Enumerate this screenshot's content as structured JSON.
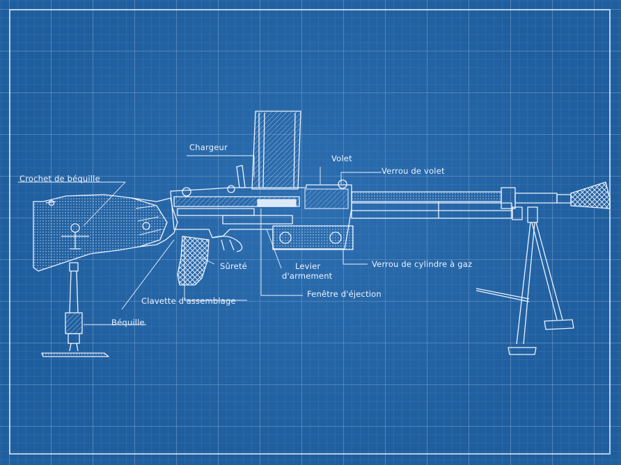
{
  "diagram": {
    "labels": {
      "chargeur": "Chargeur",
      "volet": "Volet",
      "verrou_de_volet": "Verrou de volet",
      "crochet_de_bequille": "Crochet de béquille",
      "surete": "Sûreté",
      "levier_line1": "Levier",
      "levier_line2": "d'armement",
      "verrou_de_cylindre": "Verrou de cylindre à gaz",
      "clavette": "Clavette d'assemblage",
      "fenetre": "Fenêtre d'éjection",
      "bequille": "Béquille"
    }
  },
  "colors": {
    "background": "#1f5e9e",
    "ink": "#eef5ff"
  }
}
